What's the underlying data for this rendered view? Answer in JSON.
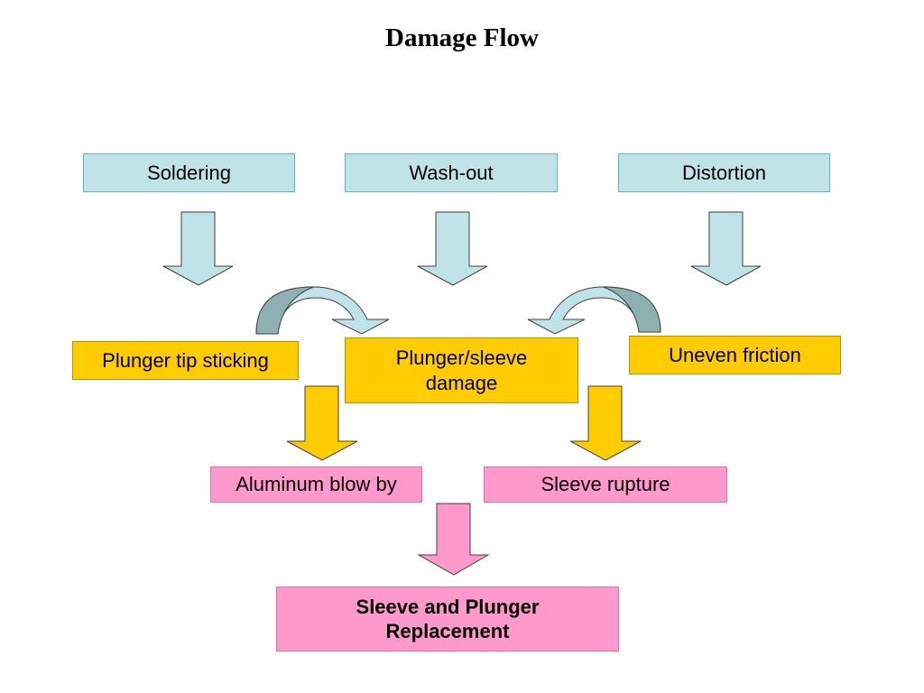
{
  "diagram": {
    "title": "Damage Flow",
    "causes": [
      "Soldering",
      "Wash-out",
      "Distortion"
    ],
    "mechanisms": [
      "Plunger tip sticking",
      "Plunger/sleeve damage",
      "Uneven friction"
    ],
    "failures": [
      "Aluminum blow by",
      "Sleeve rupture"
    ],
    "outcome": "Sleeve and Plunger Replacement"
  },
  "colors": {
    "cause_fill": "#bfe3e7",
    "mechanism_fill": "#ffcc00",
    "failure_fill": "#ff99cc",
    "curved_arrow_fill": "#8fb0b0"
  }
}
